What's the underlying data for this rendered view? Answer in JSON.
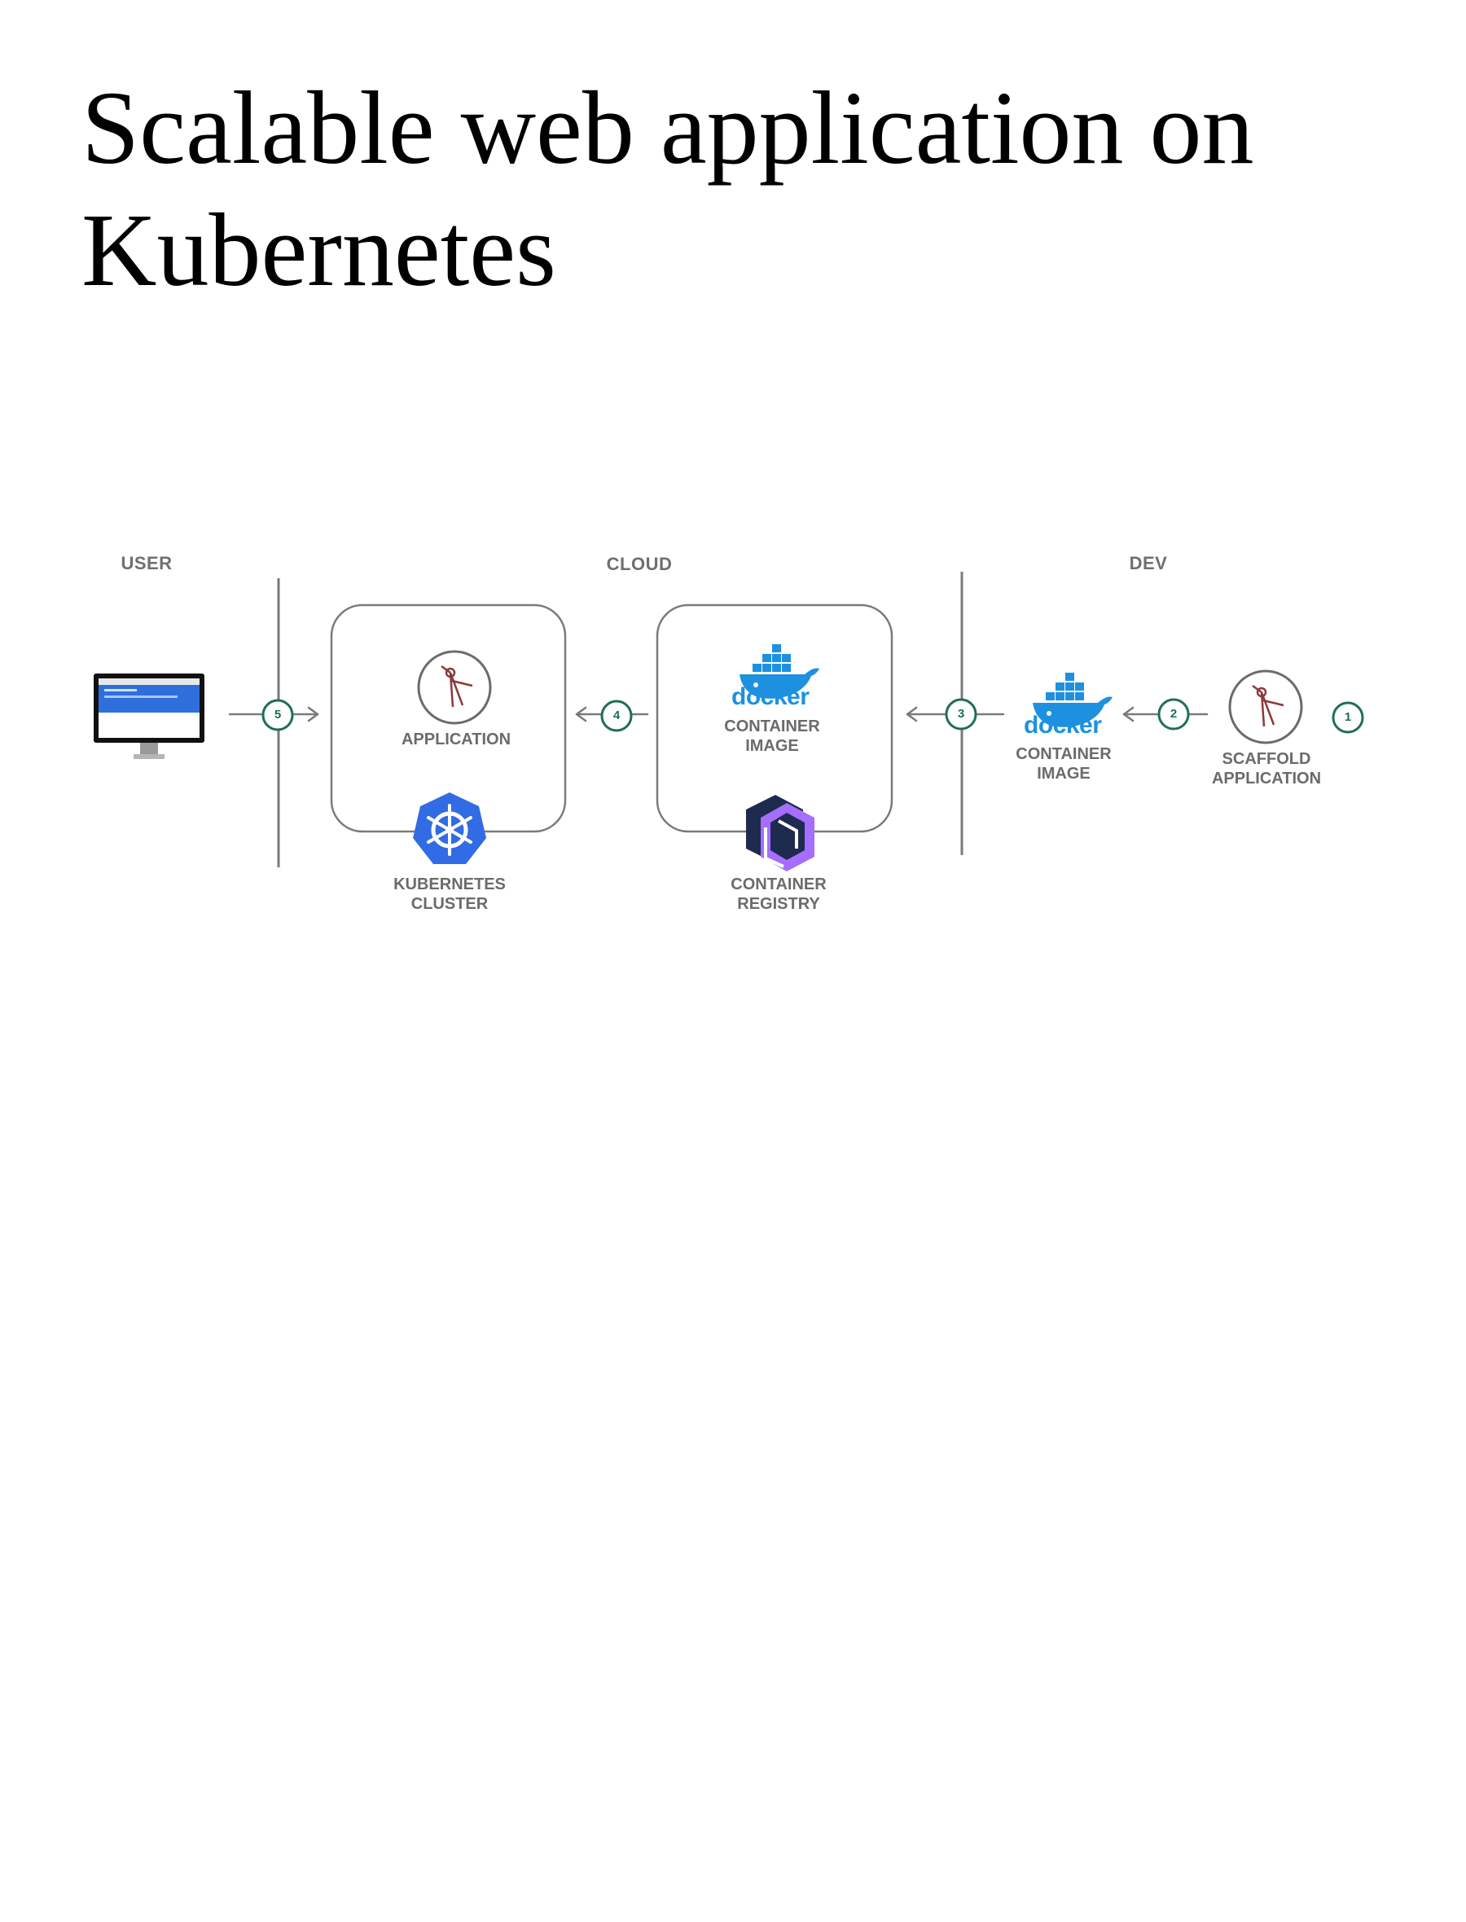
{
  "page": {
    "title": "Scalable web application on Kubernetes"
  },
  "zones": {
    "user": "USER",
    "cloud": "CLOUD",
    "dev": "DEV"
  },
  "nodes": {
    "application": "APPLICATION",
    "kubernetes_cluster": "KUBERNETES\nCLUSTER",
    "cloud_image_brand": "docker",
    "cloud_image": "CONTAINER\nIMAGE",
    "container_registry": "CONTAINER\nREGISTRY",
    "dev_image_brand": "docker",
    "dev_image": "CONTAINER\nIMAGE",
    "scaffold_application": "SCAFFOLD\nAPPLICATION"
  },
  "steps": [
    "1",
    "2",
    "3",
    "4",
    "5"
  ],
  "colors": {
    "step_green": "#1f6f52",
    "box_border": "#7a7a7a",
    "docker_blue": "#1d91e0",
    "kubernetes_blue": "#326ce5",
    "registry_navy": "#1f2a4f",
    "registry_purple": "#a56eff",
    "compass_red": "#8a3a3a",
    "label_gray": "#6b6b6b"
  },
  "icons": {
    "user_device": "monitor-icon",
    "application": "compass-icon",
    "cluster": "kubernetes-helm-icon",
    "image": "docker-whale-icon",
    "registry": "registry-icon"
  }
}
